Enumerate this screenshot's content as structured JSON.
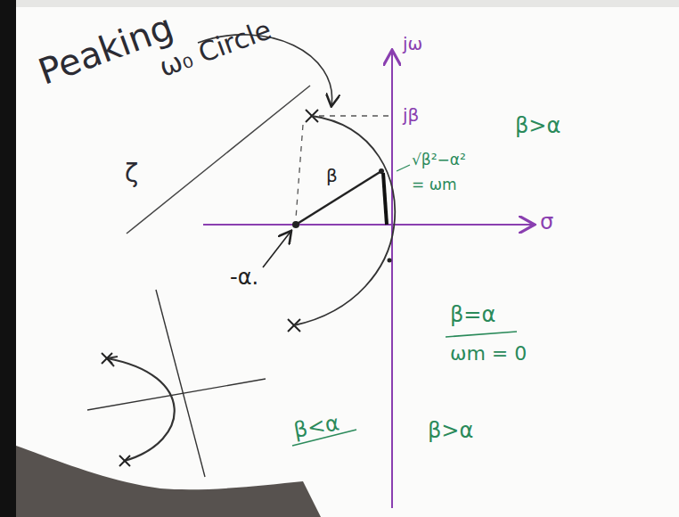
{
  "diagram": {
    "labels": [
      "Peaking",
      "ζ",
      "ω₀ Circle",
      "jω",
      "jβ",
      "β",
      "√β²−α²",
      "= ωm",
      "β>α",
      "σ",
      "-α.",
      "β=α",
      "ωm = 0",
      "β<α",
      "β>α"
    ]
  }
}
